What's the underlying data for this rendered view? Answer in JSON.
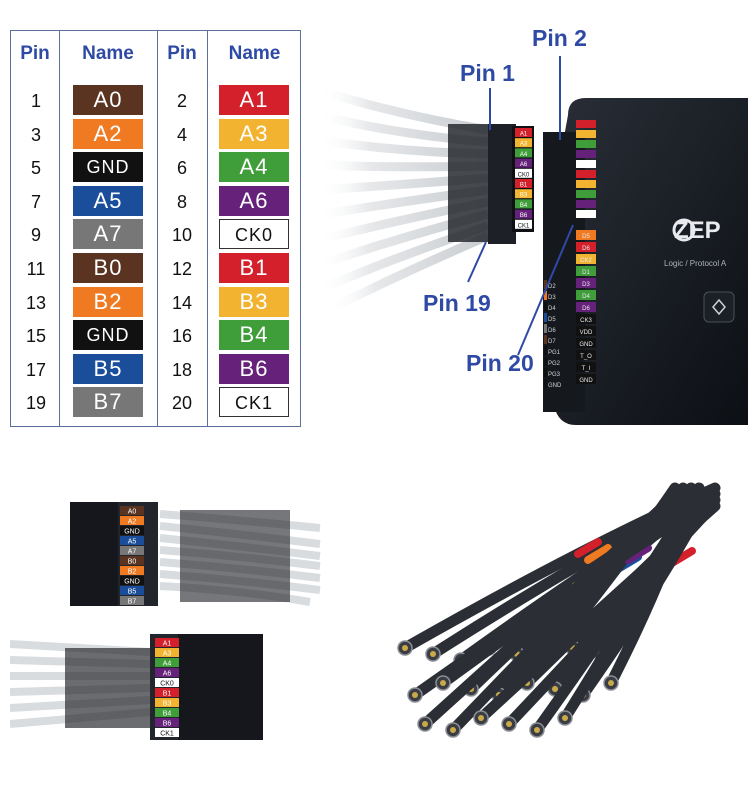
{
  "table": {
    "headers": [
      "Pin",
      "Name",
      "Pin",
      "Name"
    ],
    "left": [
      {
        "pin": "1",
        "name": "A0",
        "color": "#5a3420"
      },
      {
        "pin": "3",
        "name": "A2",
        "color": "#f07a22"
      },
      {
        "pin": "5",
        "name": "GND",
        "color": "#111111"
      },
      {
        "pin": "7",
        "name": "A5",
        "color": "#1b4e9a"
      },
      {
        "pin": "9",
        "name": "A7",
        "color": "#777777"
      },
      {
        "pin": "11",
        "name": "B0",
        "color": "#5a3420"
      },
      {
        "pin": "13",
        "name": "B2",
        "color": "#f07a22"
      },
      {
        "pin": "15",
        "name": "GND",
        "color": "#111111"
      },
      {
        "pin": "17",
        "name": "B5",
        "color": "#1b4e9a"
      },
      {
        "pin": "19",
        "name": "B7",
        "color": "#777777"
      }
    ],
    "right": [
      {
        "pin": "2",
        "name": "A1",
        "color": "#d3202b"
      },
      {
        "pin": "4",
        "name": "A3",
        "color": "#f2b430"
      },
      {
        "pin": "6",
        "name": "A4",
        "color": "#3f9e3a"
      },
      {
        "pin": "8",
        "name": "A6",
        "color": "#66227a"
      },
      {
        "pin": "10",
        "name": "CK0",
        "color": "#ffffff"
      },
      {
        "pin": "12",
        "name": "B1",
        "color": "#d3202b"
      },
      {
        "pin": "14",
        "name": "B3",
        "color": "#f2b430"
      },
      {
        "pin": "16",
        "name": "B4",
        "color": "#3f9e3a"
      },
      {
        "pin": "18",
        "name": "B6",
        "color": "#66227a"
      },
      {
        "pin": "20",
        "name": "CK1",
        "color": "#ffffff"
      }
    ]
  },
  "callouts": {
    "pin1": "Pin 1",
    "pin2": "Pin 2",
    "pin19": "Pin 19",
    "pin20": "Pin 20"
  },
  "device": {
    "brand": "ZEP",
    "subtitle": "Logic / Protocol A"
  },
  "device_side_labels": [
    "D2",
    "D3",
    "D4",
    "D5",
    "D6",
    "D7",
    "PG1",
    "PG2",
    "PG3",
    "GND"
  ],
  "device_side_labels_right": [
    "D5",
    "D6",
    "CK2",
    "D1",
    "D3",
    "D4",
    "D6",
    "CK3",
    "VDD",
    "GND",
    "T_O",
    "T_I",
    "GND"
  ]
}
